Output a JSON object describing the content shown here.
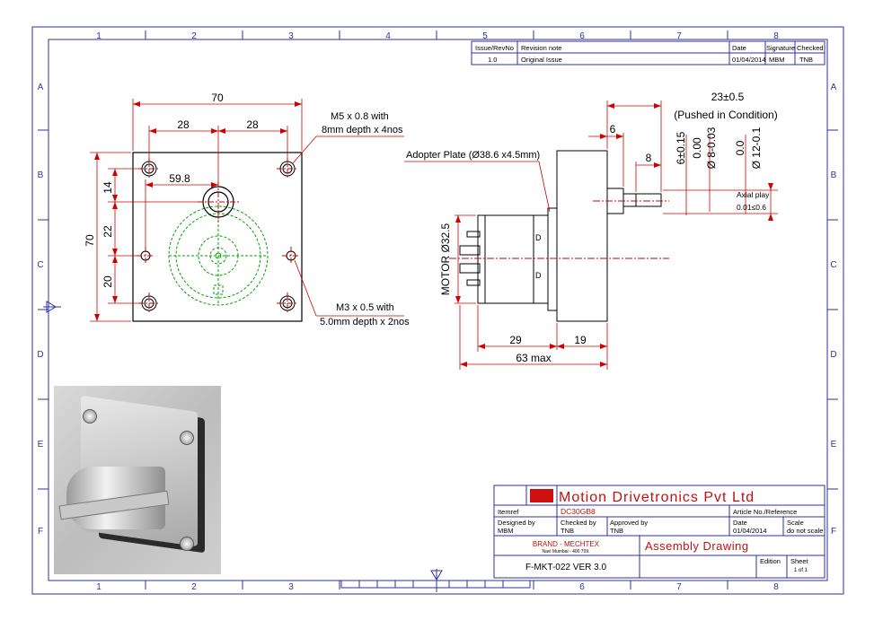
{
  "border": {
    "cols": [
      "1",
      "2",
      "3",
      "4",
      "5",
      "6",
      "7",
      "8"
    ],
    "rows": [
      "A",
      "B",
      "C",
      "D",
      "E",
      "F"
    ]
  },
  "revision": {
    "headers": [
      "Issue/RevNo",
      "Revision note",
      "Date",
      "Signature",
      "Checked"
    ],
    "row": [
      "1.0",
      "Original Issue",
      "01/04/2014",
      "MBM",
      "TNB"
    ]
  },
  "front_view": {
    "dim_width": "70",
    "dim_28a": "28",
    "dim_28b": "28",
    "dim_59_8": "59.8",
    "dim_height": "70",
    "dim_14": "14",
    "dim_22": "22",
    "dim_20": "20",
    "note_m5_1": "M5 x 0.8 with",
    "note_m5_2": "8mm depth x 4nos",
    "note_m3_1": "M3 x 0.5 with",
    "note_m3_2": "5.0mm depth x 2nos"
  },
  "side_view": {
    "dim_23": "23±0.5",
    "note_pushed": "(Pushed in Condition)",
    "dim_6": "6",
    "dim_8": "8",
    "dim_6_015": "6±0.15",
    "dim_d8_a": "0.00",
    "dim_d8_b": "Ø 8-0.03",
    "dim_d12_a": "0.0",
    "dim_d12_b": "Ø 12-0.1",
    "note_adopter": "Adopter Plate (Ø38.6 x4.5mm)",
    "note_axial_1": "Axial play",
    "note_axial_2": "0.01≤0.6",
    "label_motor": "MOTOR Ø32.5",
    "dim_29": "29",
    "dim_19": "19",
    "dim_63": "63 max",
    "mark_d1": "D",
    "mark_d2": "D"
  },
  "title_block": {
    "company": "Motion Drivetronics Pvt Ltd",
    "itemref_label": "Itemref",
    "itemref_value": "DC30GB8",
    "article_label": "Article No./Reference",
    "designed_label": "Designed by",
    "designed_value": "MBM",
    "checked_label": "Checked by",
    "checked_value": "TNB",
    "approved_label": "Approved by",
    "approved_value": "TNB",
    "date_label": "Date",
    "date_value": "01/04/2014",
    "scale_label": "Scale",
    "scale_value": "do not scale",
    "brand": "BRAND - MECHTEX",
    "brand_sub": "Navi Mumbai - 400 709.",
    "drawing_title": "Assembly Drawing",
    "doc_number": "F-MKT-022 VER 3.0",
    "edition_label": "Edition",
    "sheet_label": "Sheet",
    "sheet_value": "1 of 1"
  },
  "colors": {
    "frame": "#3030a0",
    "dimension": "#d00000",
    "geometry": "#000000",
    "hidden": "#00a000",
    "company_text": "#c01010",
    "itemref_text": "#c01010"
  }
}
